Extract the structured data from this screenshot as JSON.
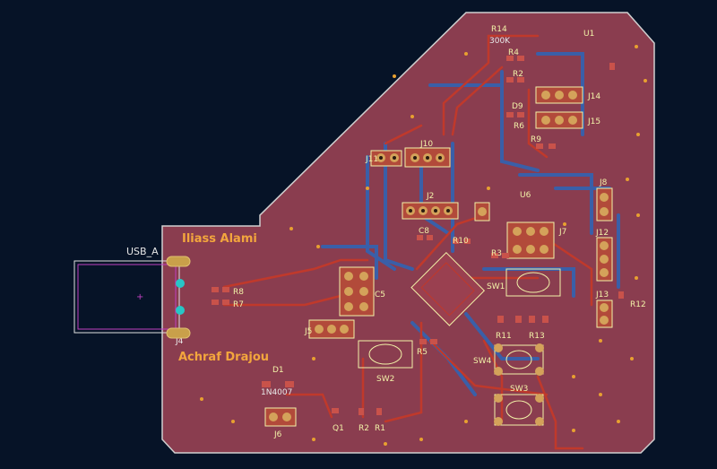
{
  "board": {
    "authors": [
      "Iliass Alami",
      "Achraf Drajou"
    ],
    "usb_connector_label": "USB_A",
    "connector_ref": "J4"
  },
  "designators": {
    "R14": "R14",
    "R14_value": "300K",
    "U1": "U1",
    "R4": "R4",
    "R2": "R2",
    "D9": "D9",
    "R6": "R6",
    "J14": "J14",
    "J15": "J15",
    "R9": "R9",
    "J10": "J10",
    "J11": "J11",
    "J2": "J2",
    "C8": "C8",
    "R10": "R10",
    "R3": "R3",
    "J7": "J7",
    "J8": "J8",
    "J12": "J12",
    "J13": "J13",
    "R12": "R12",
    "SW1": "SW1",
    "C5": "C5",
    "R8": "R8",
    "R7": "R7",
    "J5": "J5",
    "R5": "R5",
    "R11": "R11",
    "R13": "R13",
    "SW2": "SW2",
    "SW4": "SW4",
    "SW3": "SW3",
    "D1": "D1",
    "D1_value": "1N4007",
    "J6": "J6",
    "Q1": "Q1",
    "R1": "R1",
    "U6": "U6"
  },
  "colors": {
    "background": "#061327",
    "copper_front": "#b33b3b",
    "copper_back": "#3a5fa8",
    "board_fill": "#8a3d4f",
    "silkscreen": "#f2f2a8",
    "author_text": "#f3a63d"
  }
}
